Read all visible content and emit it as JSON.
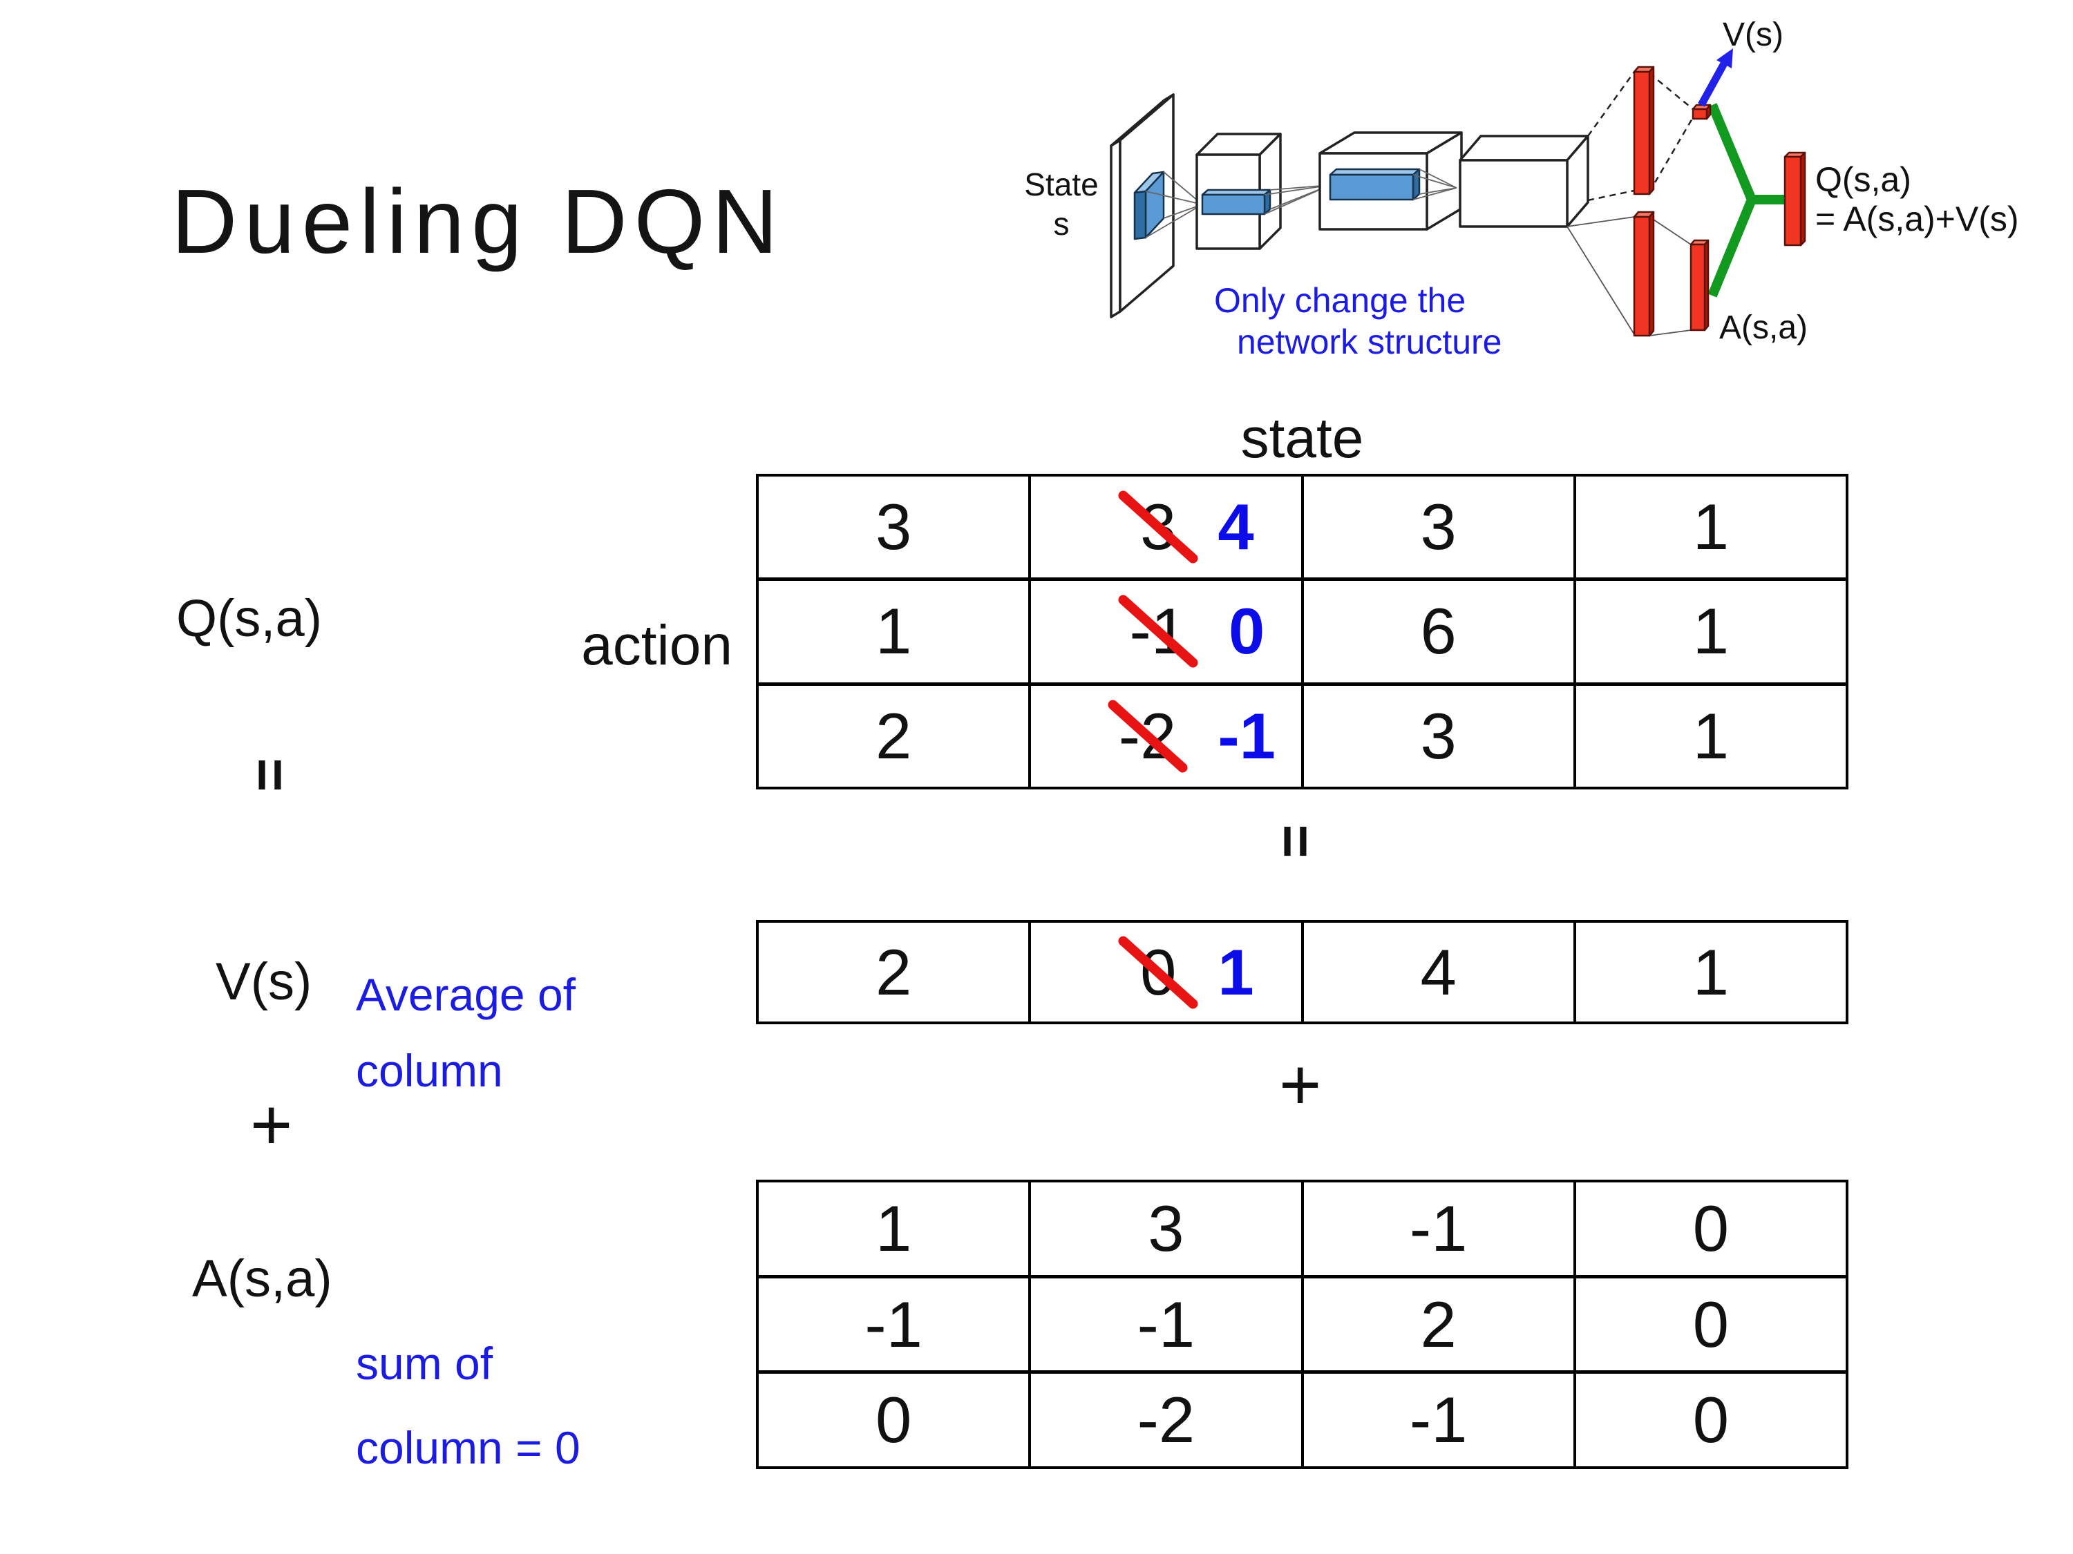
{
  "slide": {
    "title": "Dueling DQN"
  },
  "colors": {
    "annotation_blue": "#1c1ce0",
    "corrected_blue": "#0c0ce8",
    "strike_red": "#e81414",
    "bar_red": "#f03522",
    "slab_blue": "#5b9bd5",
    "branch_green": "#12991f",
    "arrow_blue": "#2121ea"
  },
  "diagram": {
    "state_line1": "State",
    "state_line2": "s",
    "note1": "Only change the",
    "note2": "network structure",
    "v_label": "V(s)",
    "q_label": "Q(s,a)",
    "q_formula": "= A(s,a)+V(s)",
    "a_label": "A(s,a)"
  },
  "equation": {
    "q_label": "Q(s,a)",
    "equals1": "=",
    "v_label": "V(s)",
    "plus1": "+",
    "a_label": "A(s,a)",
    "equals2": "=",
    "plus2": "+",
    "avg_note1": "Average of",
    "avg_note2": "column",
    "sum_note1": "sum of",
    "sum_note2": "column = 0"
  },
  "q_table": {
    "state_header": "state",
    "action_label": "action",
    "rows": [
      [
        "3",
        {
          "old": "3",
          "new": "4"
        },
        "3",
        "1"
      ],
      [
        "1",
        {
          "old": "-1",
          "new": "0"
        },
        "6",
        "1"
      ],
      [
        "2",
        {
          "old": "-2",
          "new": "-1"
        },
        "3",
        "1"
      ]
    ]
  },
  "v_row": {
    "cells": [
      "2",
      {
        "old": "0",
        "new": "1"
      },
      "4",
      "1"
    ]
  },
  "a_table": {
    "rows": [
      [
        "1",
        "3",
        "-1",
        "0"
      ],
      [
        "-1",
        "-1",
        "2",
        "0"
      ],
      [
        "0",
        "-2",
        "-1",
        "0"
      ]
    ]
  }
}
